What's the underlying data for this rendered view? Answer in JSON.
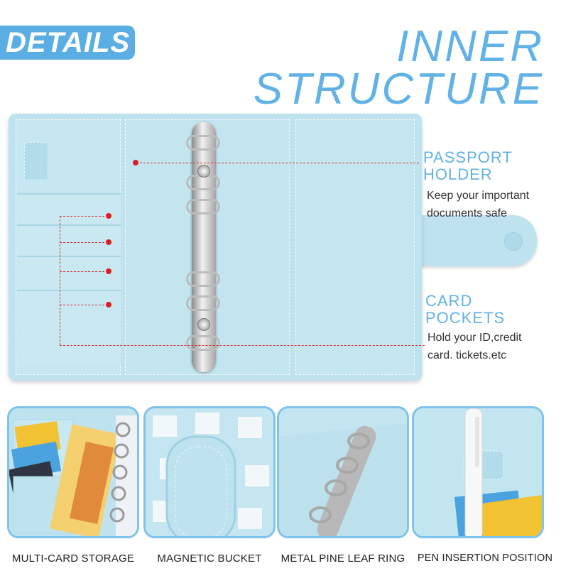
{
  "badge": "DETAILS",
  "title": {
    "line1": "INNER",
    "line2": "STRUCTURE"
  },
  "callouts": [
    {
      "heading1": "PASSPORT",
      "heading2": "HOLDER",
      "desc1": "Keep your important",
      "desc2": "documents safe"
    },
    {
      "heading1": "CARD",
      "heading2": "POCKETS",
      "desc1": "Hold your ID,credit",
      "desc2": "card. tickets.etc"
    }
  ],
  "thumbnails": [
    {
      "caption": "MULTI-CARD STORAGE",
      "icon": "multi-card-photo"
    },
    {
      "caption": "MAGNETIC BUCKET",
      "icon": "magnetic-clasp-photo"
    },
    {
      "caption": "METAL PINE LEAF RING",
      "icon": "metal-ring-photo"
    },
    {
      "caption": "PEN INSERTION POSITION",
      "icon": "pen-holder-photo"
    }
  ],
  "colors": {
    "accent": "#62b2e6",
    "binder": "#bfe3ee",
    "callout_line": "#d93030",
    "frame": "#7fc2ea"
  }
}
